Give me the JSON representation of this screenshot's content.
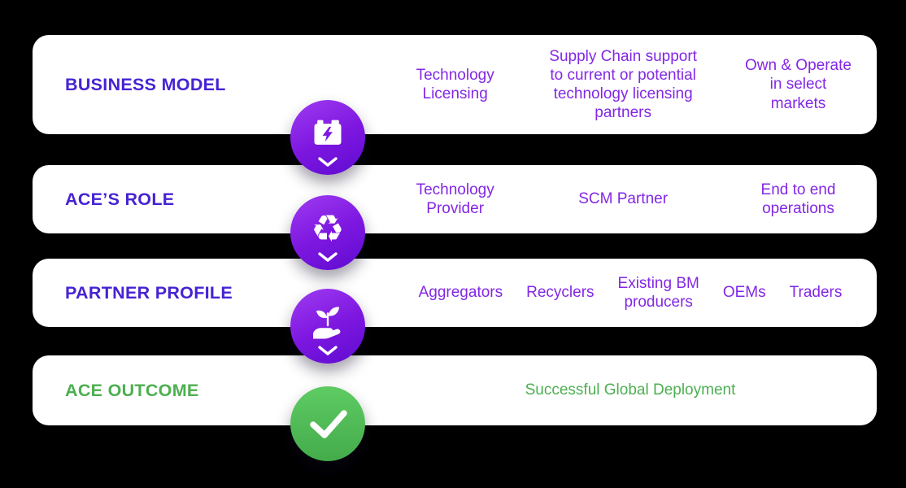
{
  "palette": {
    "background": "#000000",
    "card": "#ffffff",
    "label_purple": "#4623d3",
    "body_purple": "#8327e5",
    "green": "#4caf50",
    "circle_purple_start": "#9a36ef",
    "circle_purple_end": "#5f0bd1",
    "circle_green_start": "#5cc961",
    "circle_green_end": "#44ab4b"
  },
  "rows": [
    {
      "label": "BUSINESS MODEL",
      "items": [
        "Technology\nLicensing",
        "Supply Chain support\nto current or potential\ntechnology licensing\npartners",
        "Own & Operate\nin select\nmarkets"
      ]
    },
    {
      "label": "ACE’S ROLE",
      "items": [
        "Technology\nProvider",
        "SCM Partner",
        "End to end\noperations"
      ]
    },
    {
      "label": "PARTNER PROFILE",
      "items": [
        "Aggregators",
        "Recyclers",
        "Existing BM\nproducers",
        "OEMs",
        "Traders"
      ]
    },
    {
      "label": "ACE OUTCOME",
      "items": [
        "Successful Global Deployment"
      ]
    }
  ],
  "icons": {
    "battery": "battery-icon",
    "recycle": "recycle-icon",
    "plant_hand": "plant-hand-icon",
    "check": "check-icon",
    "recycle_glyph": "♻"
  }
}
